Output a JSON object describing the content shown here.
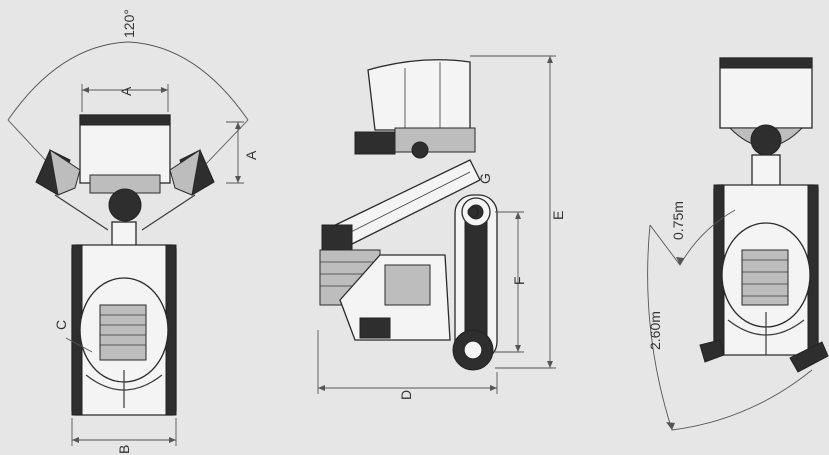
{
  "labels": {
    "angle": "120°",
    "a_top": "A",
    "a_side": "A",
    "b": "B",
    "c": "C",
    "d": "D",
    "e": "E",
    "f": "F",
    "g": "G",
    "radius_inner": "0.75m",
    "radius_outer": "2.60m"
  },
  "colors": {
    "background": "#e6e6e6",
    "line": "#3a3a3a",
    "fill_dark": "#2e2e2e"
  }
}
